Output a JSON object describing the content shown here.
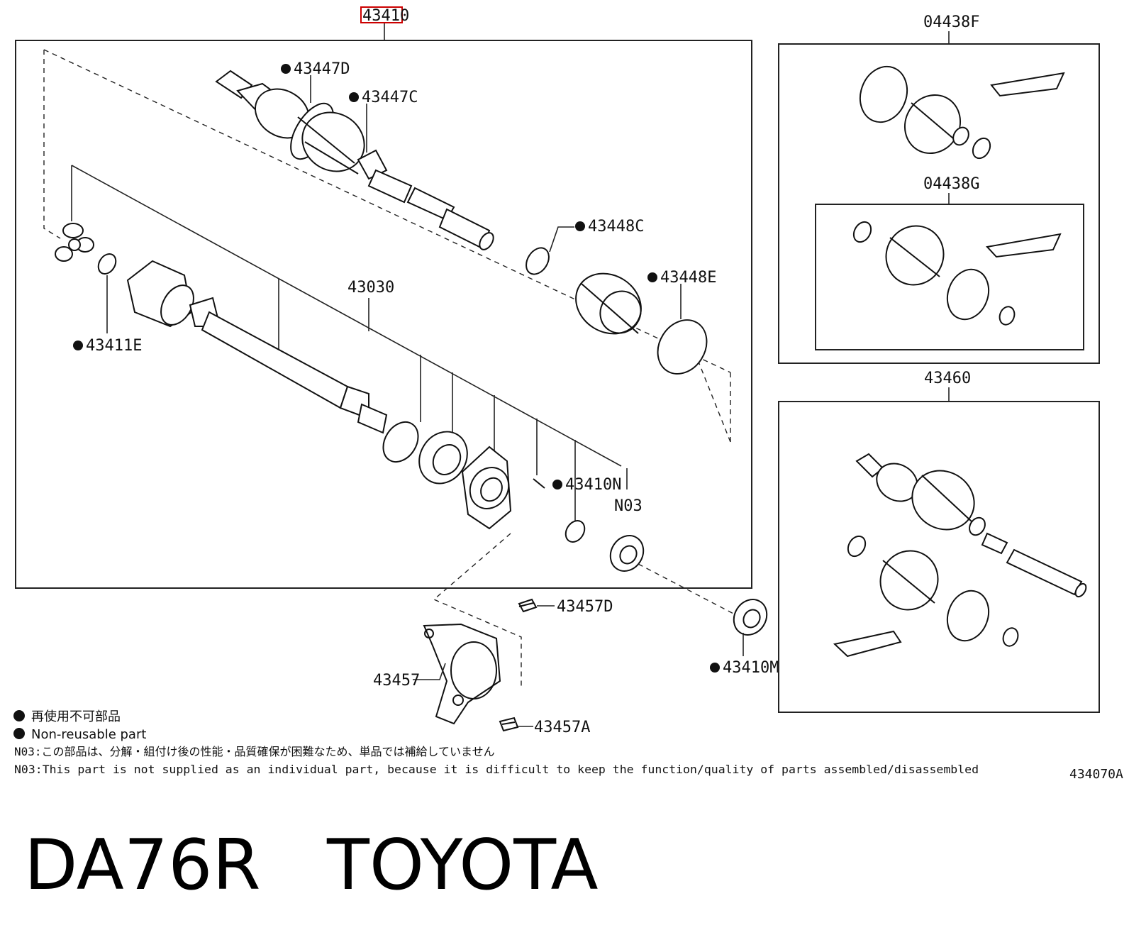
{
  "diagram": {
    "main_assembly_label": "43410",
    "labels": {
      "p43447D": "43447D",
      "p43447C": "43447C",
      "p43448C": "43448C",
      "p43448E": "43448E",
      "p43030": "43030",
      "p43411E": "43411E",
      "p43410N": "43410N",
      "pN03": "N03",
      "p43457D": "43457D",
      "p43457": "43457",
      "p43457A": "43457A",
      "p43410M": "43410M",
      "p04438F": "04438F",
      "p04438G": "04438G",
      "p43460": "43460"
    },
    "legend": {
      "jp": "再使用不可部品",
      "en": "Non-reusable part"
    },
    "notes": {
      "n03_jp": "N03:この部品は、分解・組付け後の性能・品質確保が困難なため、単品では補給していません",
      "n03_en": "N03:This part is not supplied as an individual part, because it is difficult to keep the function/quality of parts assembled/disassembled"
    },
    "figure_code": "434070A",
    "footer_title": "DA76R   TOYOTA",
    "colors": {
      "line": "#111111",
      "highlight": "#cc0000"
    }
  }
}
